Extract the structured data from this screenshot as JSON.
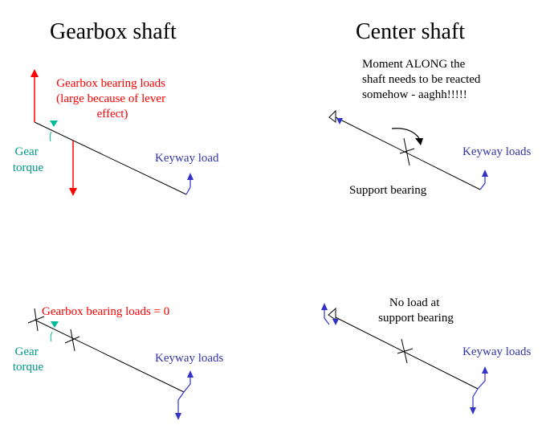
{
  "titles": {
    "gearbox_shaft": "Gearbox shaft",
    "center_shaft": "Center shaft"
  },
  "panels": {
    "gearbox_top": {
      "bearing_loads": [
        "Gearbox bearing loads",
        "(large because of lever",
        "effect)"
      ],
      "gear_torque": [
        "Gear",
        "torque"
      ],
      "keyway": "Keyway load"
    },
    "center_top": {
      "moment_note": [
        "Moment ALONG the",
        "shaft needs to be reacted",
        "somehow - aaghh!!!!!"
      ],
      "support_bearing": "Support bearing",
      "keyway": "Keyway loads"
    },
    "gearbox_bottom": {
      "bearing_loads": "Gearbox bearing loads = 0",
      "gear_torque": [
        "Gear",
        "torque"
      ],
      "keyway": "Keyway loads"
    },
    "center_bottom": {
      "no_load_note": [
        "No load at",
        "support bearing"
      ],
      "keyway": "Keyway loads"
    }
  },
  "colors": {
    "text": "#000000",
    "load_red": "#ff0000",
    "load_blue": "#3333cc",
    "torque_teal": "#00bb99",
    "keyway_text": "#3333aa"
  }
}
